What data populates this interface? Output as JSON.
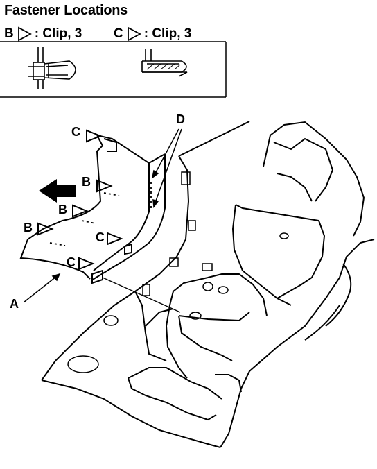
{
  "title": "Fastener Locations",
  "legend": [
    {
      "letter": "B",
      "label": ": Clip, 3"
    },
    {
      "letter": "C",
      "label": ": Clip, 3"
    }
  ],
  "callouts": {
    "a": "A",
    "b": "B",
    "c": "C",
    "d": "D"
  }
}
